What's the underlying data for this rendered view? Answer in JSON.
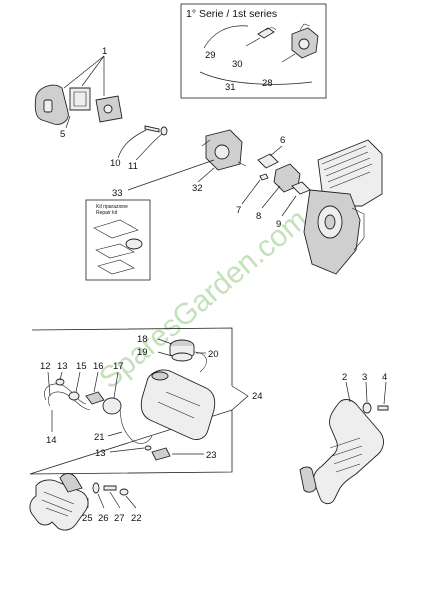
{
  "header": {
    "series_label": "1° Serie / 1st series"
  },
  "kit": {
    "title_it": "Kit riparazione",
    "title_en": "Repair kit"
  },
  "watermark": "SparesGarden.com",
  "callouts": {
    "c1": "1",
    "c2": "2",
    "c3": "3",
    "c4": "4",
    "c5": "5",
    "c6": "6",
    "c7": "7",
    "c8": "8",
    "c9": "9",
    "c10": "10",
    "c11": "11",
    "c12": "12",
    "c13a": "13",
    "c13b": "13",
    "c14": "14",
    "c15": "15",
    "c16": "16",
    "c17": "17",
    "c18": "18",
    "c19": "19",
    "c20": "20",
    "c21": "21",
    "c22": "22",
    "c23": "23",
    "c24": "24",
    "c25": "25",
    "c26": "26",
    "c27": "27",
    "c28": "28",
    "c29": "29",
    "c30": "30",
    "c31": "31",
    "c32": "32",
    "c33": "33"
  }
}
